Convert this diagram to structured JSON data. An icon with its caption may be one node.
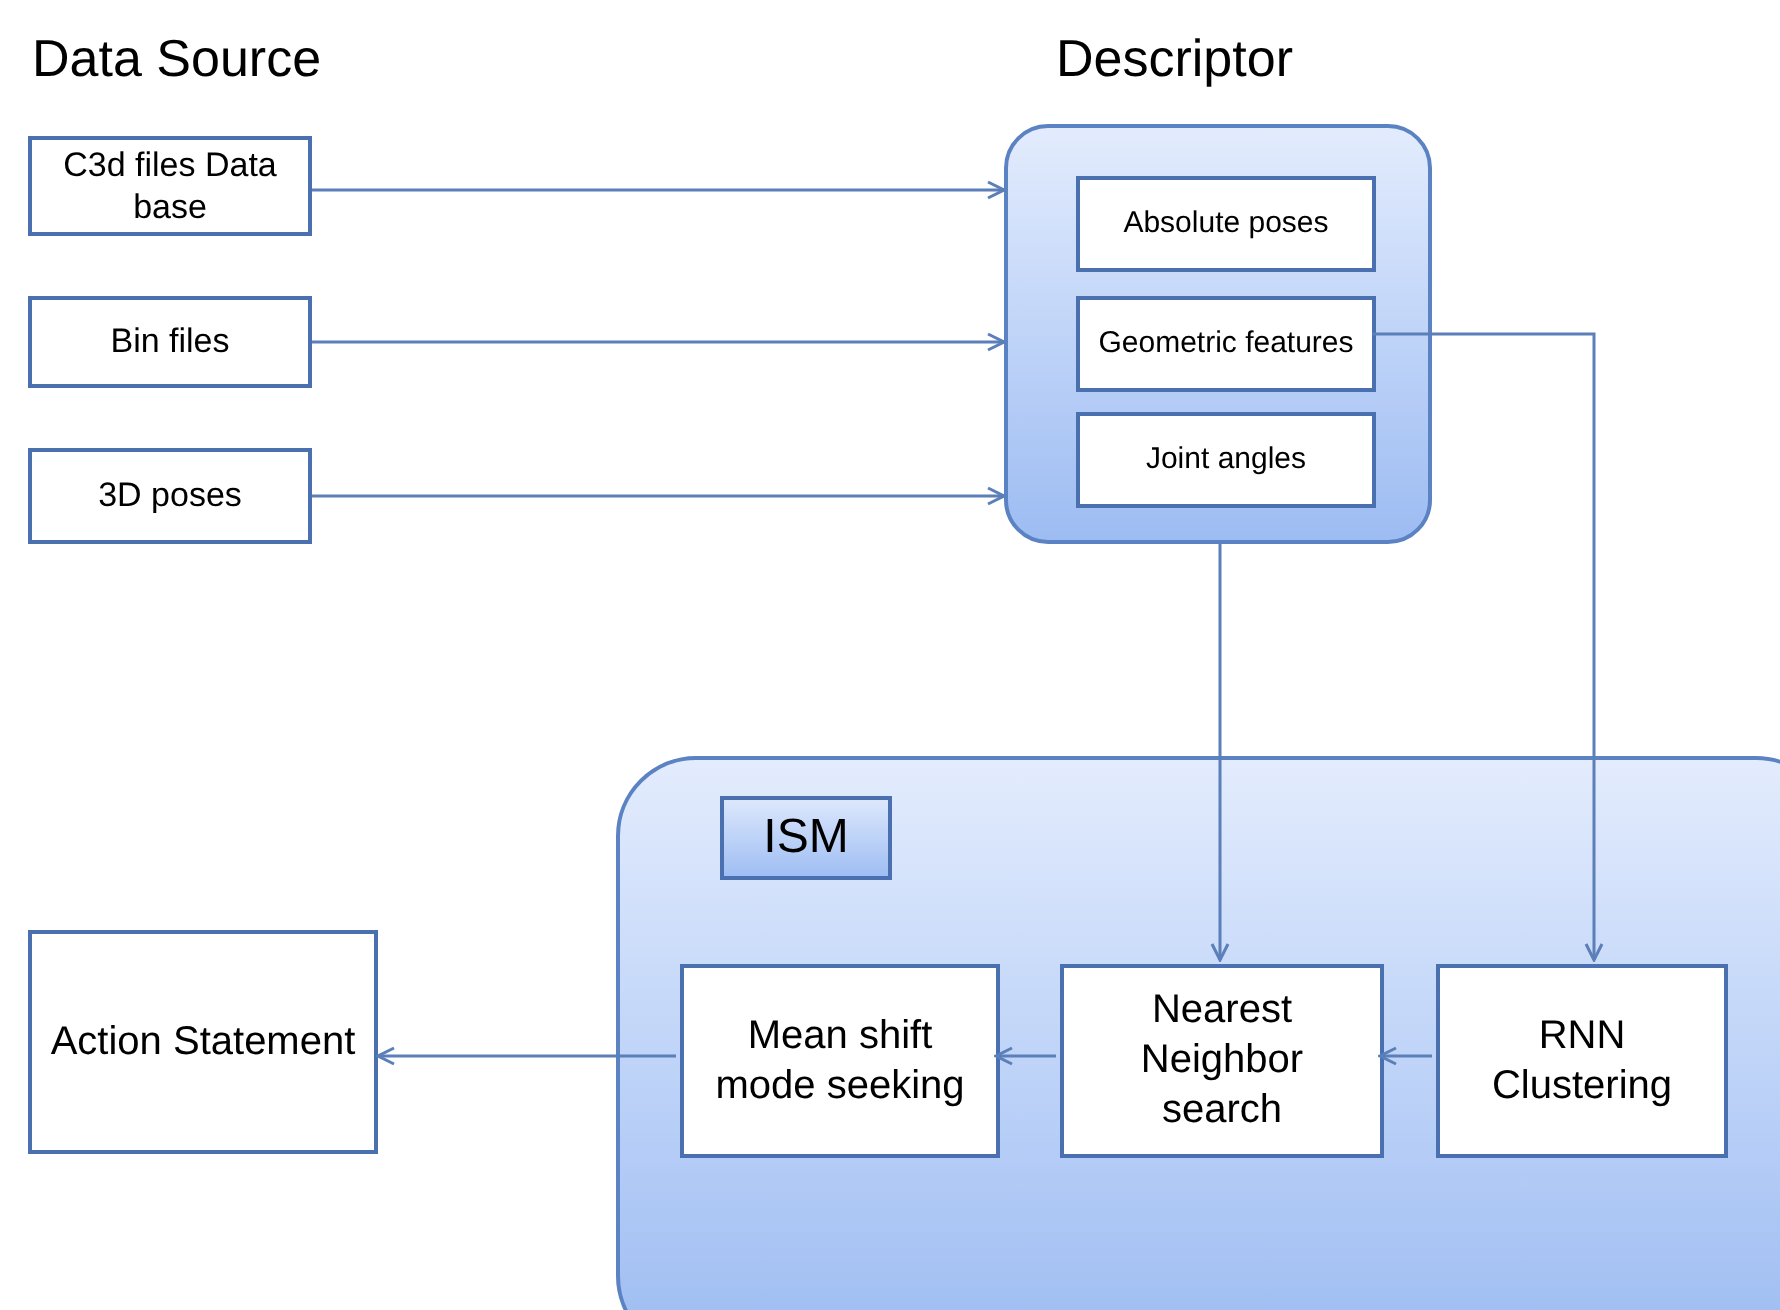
{
  "diagram": {
    "nodes": [
      {
        "text": [
          "C3d files Data base"
        ]
      },
      {
        "text": [
          "Bin files"
        ]
      },
      {
        "text": [
          "3D poses"
        ]
      },
      {
        "text": [],
        "shape": "box"
      },
      {
        "text": [
          "Absolute poses"
        ],
        "in": 3
      },
      {
        "text": [
          "Geometric features"
        ],
        "in": 3
      },
      {
        "text": [
          "Joint angles"
        ],
        "in": 3
      },
      {
        "text": [],
        "shape": "box"
      },
      {
        "text": [
          "ISM"
        ],
        "in": 7
      },
      {
        "text": [
          "Mean shift mode seeking"
        ],
        "in": 7
      },
      {
        "text": [
          "Nearest Neighbor search"
        ],
        "in": 7
      },
      {
        "text": [
          "RNN Clustering"
        ],
        "in": 7
      },
      {
        "text": [
          "Action Statement"
        ]
      }
    ],
    "edges": [
      {
        "from": 0,
        "to": 3,
        "arrow": "to"
      },
      {
        "from": 1,
        "to": 3,
        "arrow": "to"
      },
      {
        "from": 2,
        "to": 3,
        "arrow": "to"
      },
      {
        "from": 3,
        "to": 10,
        "arrow": "to"
      },
      {
        "from": 5,
        "to": 11,
        "arrow": "to"
      },
      {
        "from": 11,
        "to": 10,
        "arrow": "to"
      },
      {
        "from": 10,
        "to": 9,
        "arrow": "to"
      },
      {
        "from": 9,
        "to": 12,
        "arrow": "to"
      }
    ],
    "labels": [
      "Data Source",
      "Descriptor"
    ]
  }
}
